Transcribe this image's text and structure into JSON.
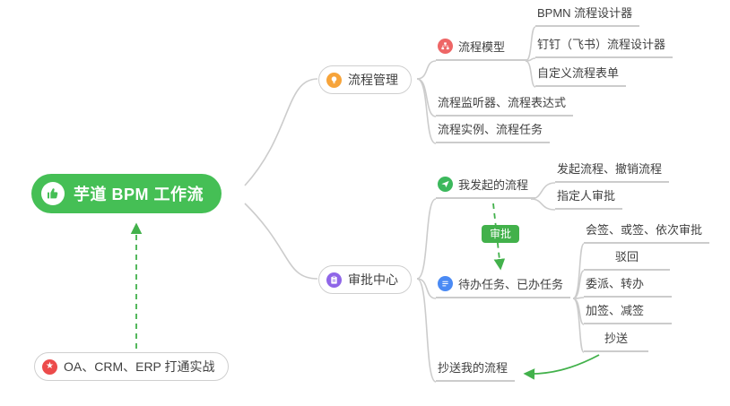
{
  "colors": {
    "brand-green": "#45bf55",
    "arrow-green": "#42b14b",
    "orange": "#f7a43a",
    "model-red": "#ee6666",
    "send-green": "#3cb85c",
    "todo-blue": "#4a8af4",
    "purple": "#8f66e8",
    "star-red": "#ec4b4b",
    "line-grey": "#cccccc",
    "border-grey": "#cfcfcf",
    "text-dark": "#404040"
  },
  "nodes": {
    "root": {
      "label": "芋道 BPM 工作流"
    },
    "process_management": {
      "label": "流程管理"
    },
    "process_model": {
      "label": "流程模型"
    },
    "bpmn_designer": {
      "label": "BPMN 流程设计器"
    },
    "dingtalk_designer": {
      "label": "钉钉（飞书）流程设计器"
    },
    "custom_form": {
      "label": "自定义流程表单"
    },
    "listener_expression": {
      "label": "流程监听器、流程表达式"
    },
    "instance_task": {
      "label": "流程实例、流程任务"
    },
    "approval_center": {
      "label": "审批中心"
    },
    "my_initiated": {
      "label": "我发起的流程"
    },
    "initiate_cancel": {
      "label": "发起流程、撤销流程"
    },
    "assignee": {
      "label": "指定人审批"
    },
    "approval_badge": {
      "label": "审批"
    },
    "todo_done": {
      "label": "待办任务、已办任务"
    },
    "countersign": {
      "label": "会签、或签、依次审批"
    },
    "reject": {
      "label": "驳回"
    },
    "delegate": {
      "label": "委派、转办"
    },
    "addsign": {
      "label": "加签、减签"
    },
    "cc": {
      "label": "抄送"
    },
    "cc_my": {
      "label": "抄送我的流程"
    },
    "oa_crm_erp": {
      "label": "OA、CRM、ERP 打通实战"
    },
    "star_glyph": {
      "label": "★"
    }
  }
}
